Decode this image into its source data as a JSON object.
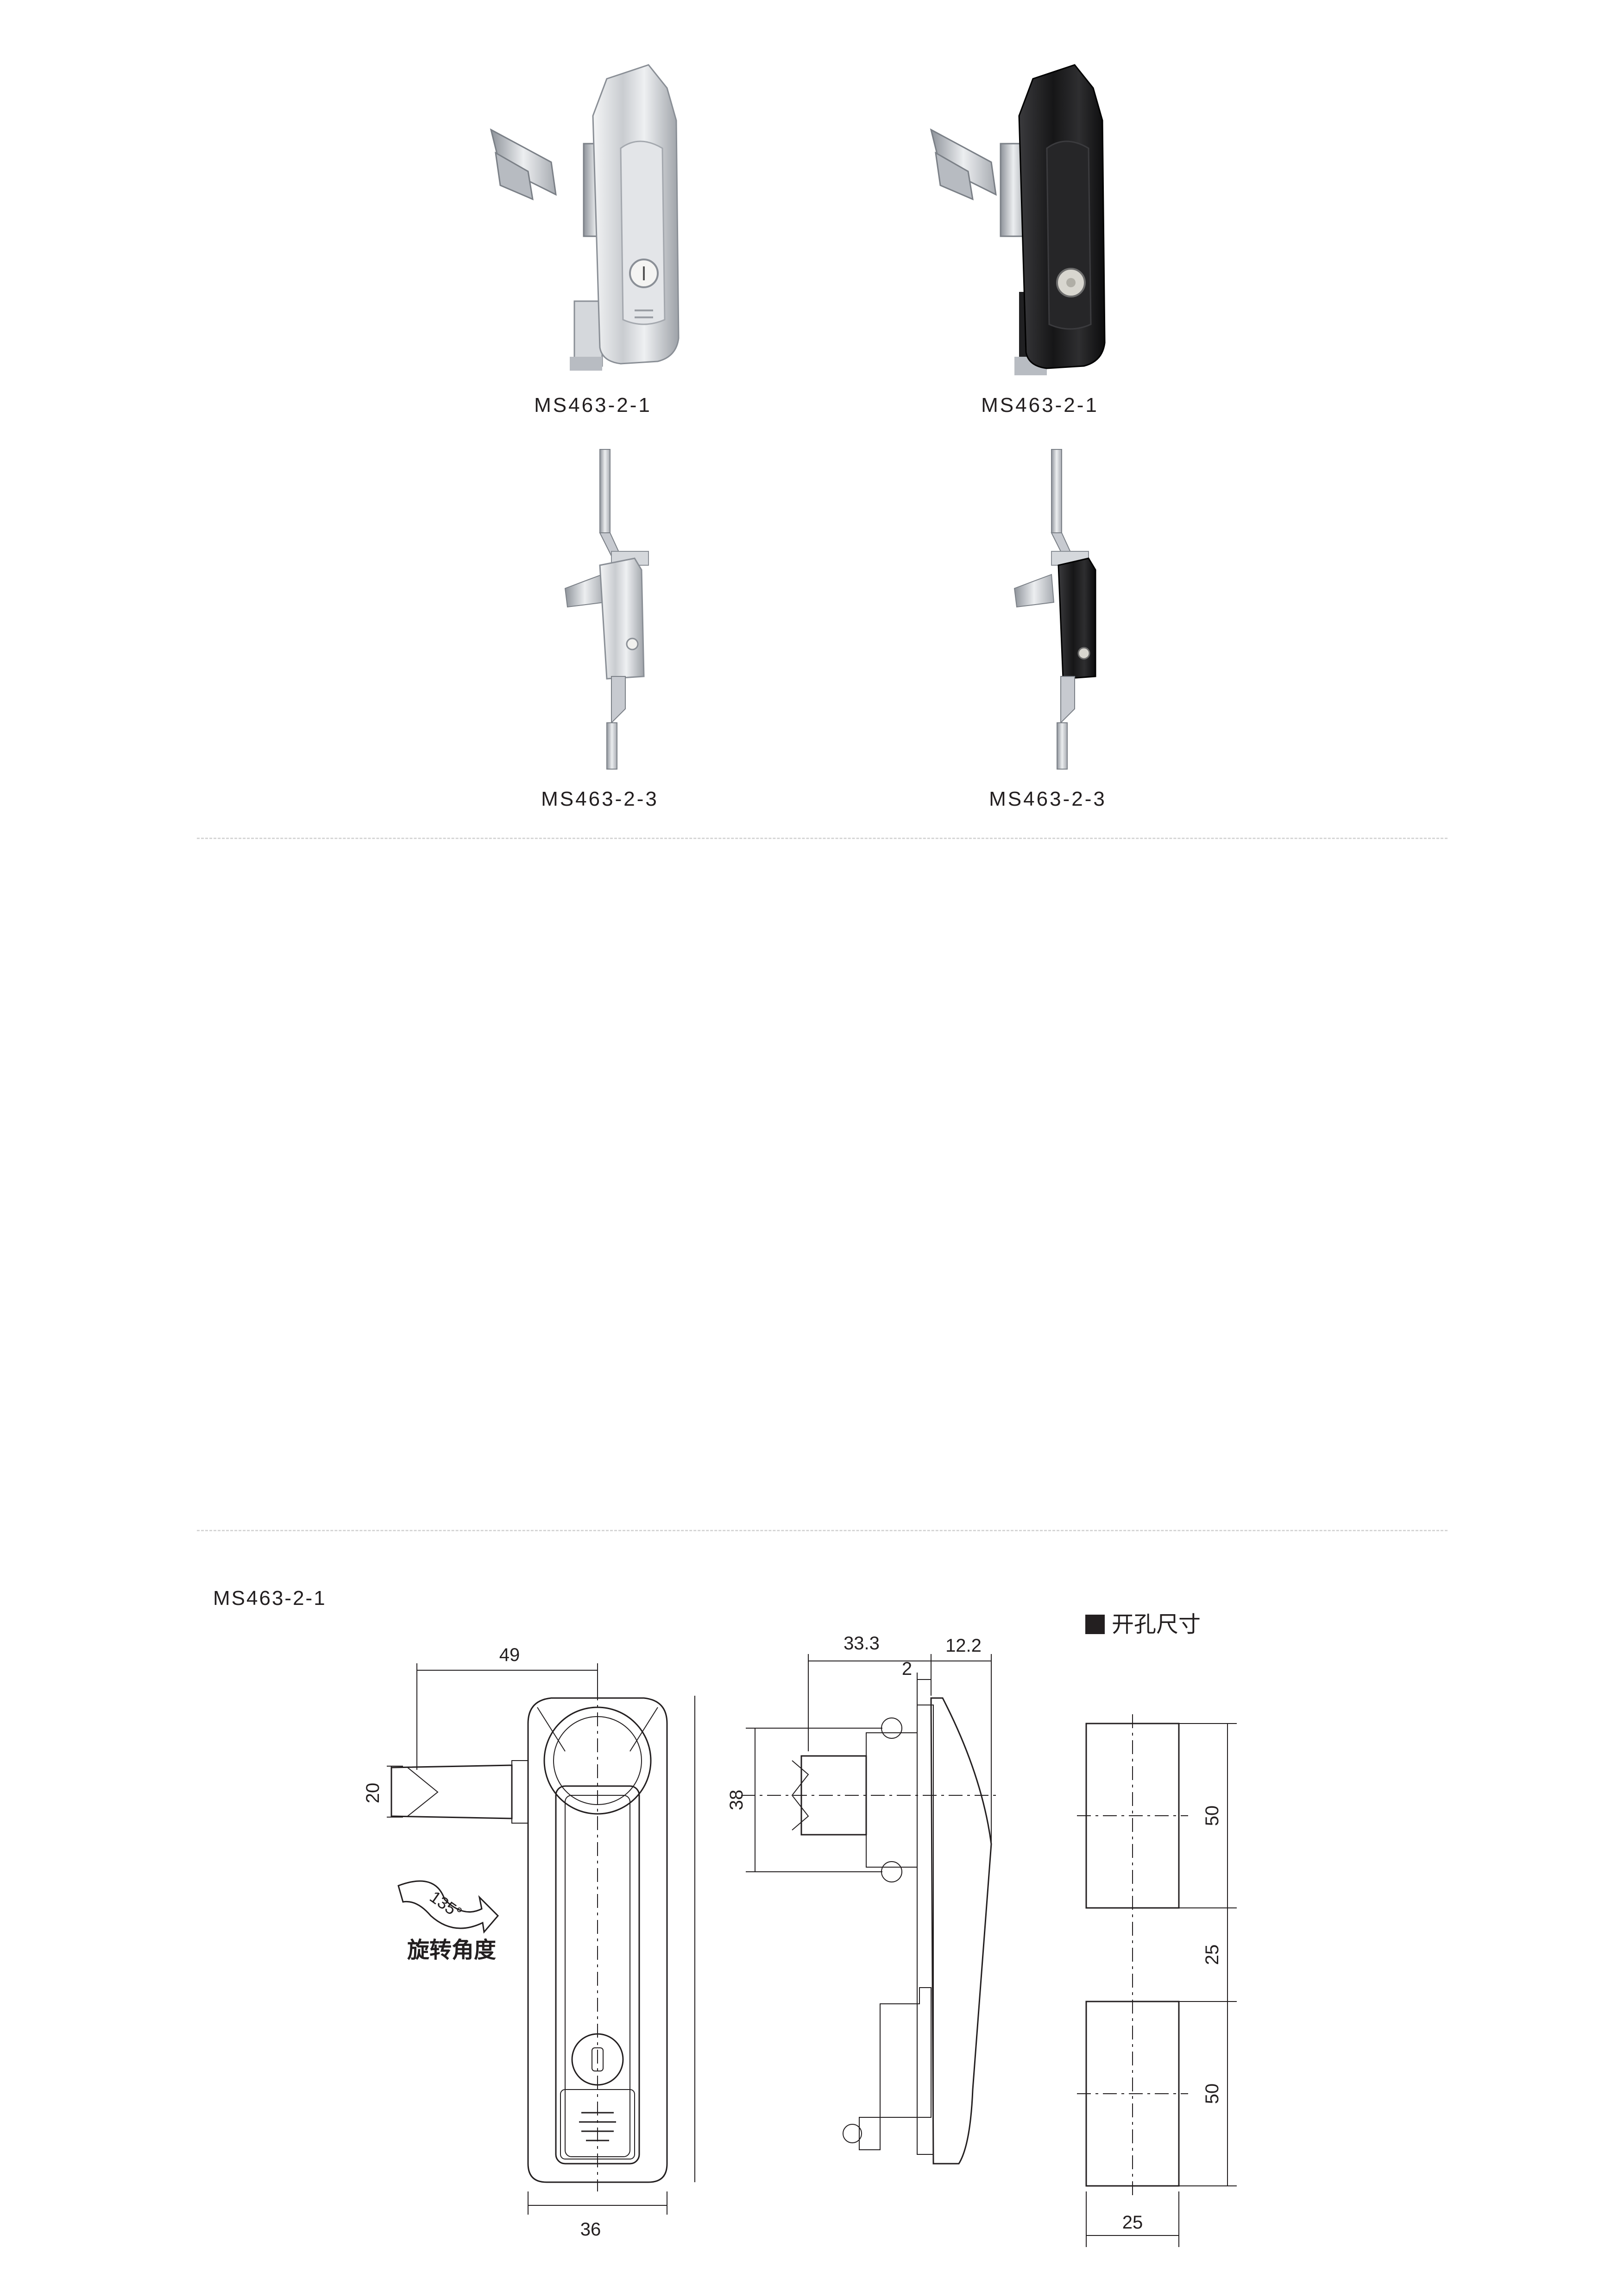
{
  "products": [
    {
      "label": "MS463-2-1",
      "finish": "chrome"
    },
    {
      "label": "MS463-2-1",
      "finish": "black"
    },
    {
      "label": "MS463-2-3",
      "finish": "chrome"
    },
    {
      "label": "MS463-2-3",
      "finish": "black"
    }
  ],
  "drawing": {
    "model": "MS463-2-1",
    "front_view": {
      "dim_width_top": "49",
      "dim_height_left": "20",
      "dim_width_bottom": "36"
    },
    "rotation": {
      "angle": "135°",
      "caption": "旋转角度"
    },
    "side_view": {
      "dim_depth": "33.3",
      "dim_gap": "2",
      "dim_offset": "12.2",
      "dim_height": "38"
    },
    "cutout": {
      "title": "开孔尺寸",
      "dim_hole_height_1": "50",
      "dim_spacing": "25",
      "dim_hole_height_2": "50",
      "dim_hole_width": "25"
    }
  },
  "colors": {
    "chrome": "#c9ccd0",
    "black": "#1c1c1e",
    "line": "#231f20",
    "dash": "#d6d6d6"
  }
}
